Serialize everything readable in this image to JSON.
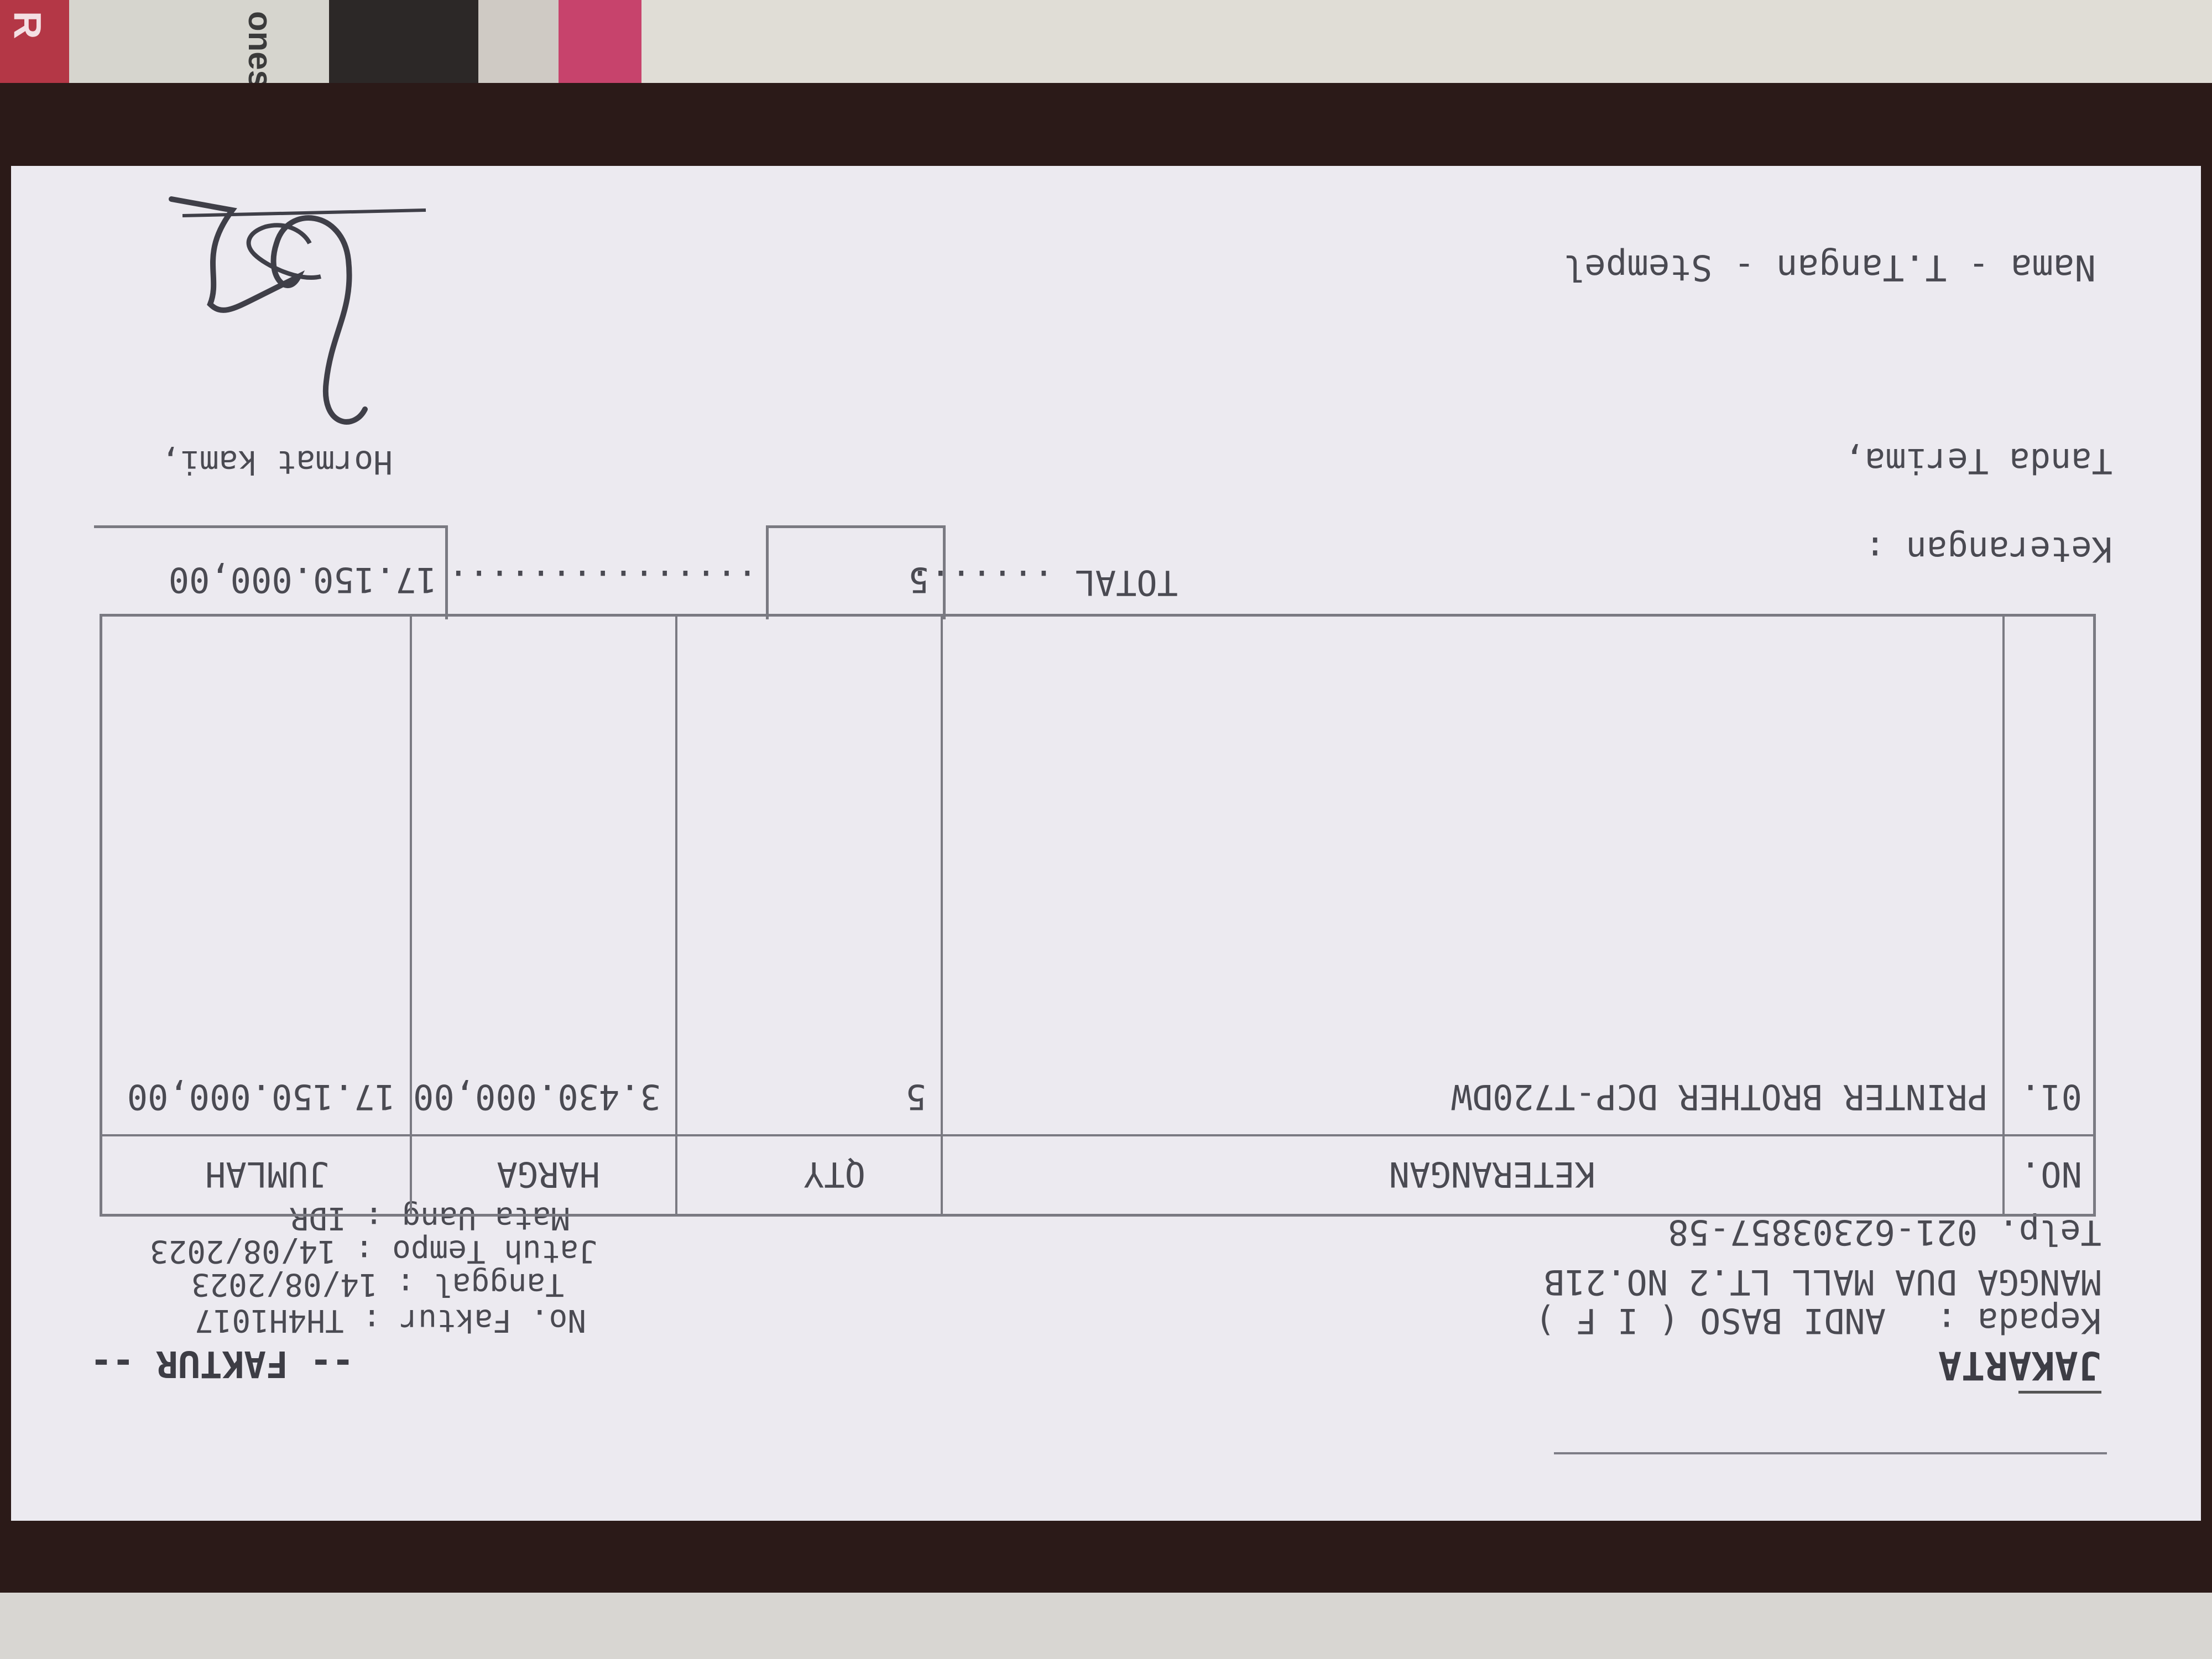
{
  "background": {
    "tabletop_color": "#2b1a18",
    "paper_color": "#eceaf0",
    "ink_color": "#4a4a52",
    "corner_fragments": [
      "R E",
      "onesi"
    ]
  },
  "invoice": {
    "city": "JAKARTA",
    "title": "-- FAKTUR --",
    "customer": {
      "to_label": "Kepada",
      "name": "ANDI BASO ( I F )",
      "address": "MANGGA DUA MALL LT.2 NO.21B",
      "phone_label": "Telp.",
      "phone": "021-62303857-58"
    },
    "meta": [
      {
        "label": "No. Faktur",
        "value": "TH4H1017"
      },
      {
        "label": "Tanggal",
        "value": "14/08/2023"
      },
      {
        "label": "Jatuh Tempo",
        "value": "14/08/2023"
      },
      {
        "label": "Mata Uang",
        "value": "IDR"
      }
    ],
    "columns": {
      "no": "NO.",
      "description": "KETERANGAN",
      "qty": "QTY",
      "price": "HARGA",
      "amount": "JUMLAH"
    },
    "items": [
      {
        "no": "01.",
        "description": "PRINTER BROTHER DCP-T720DW",
        "qty": "5",
        "price": "3.430.000,00",
        "amount": "17.150.000,00"
      }
    ],
    "total": {
      "label": "TOTAL",
      "qty": "5",
      "amount": "17.150.000,00",
      "label_dots": ".......",
      "amount_dots": "..............."
    },
    "notes_label": "Keterangan :",
    "receipt_label": "Tanda Terima,",
    "regards_label": "Hormat kami,",
    "signature_caption": "Nama - T.Tangan - Stempel"
  }
}
